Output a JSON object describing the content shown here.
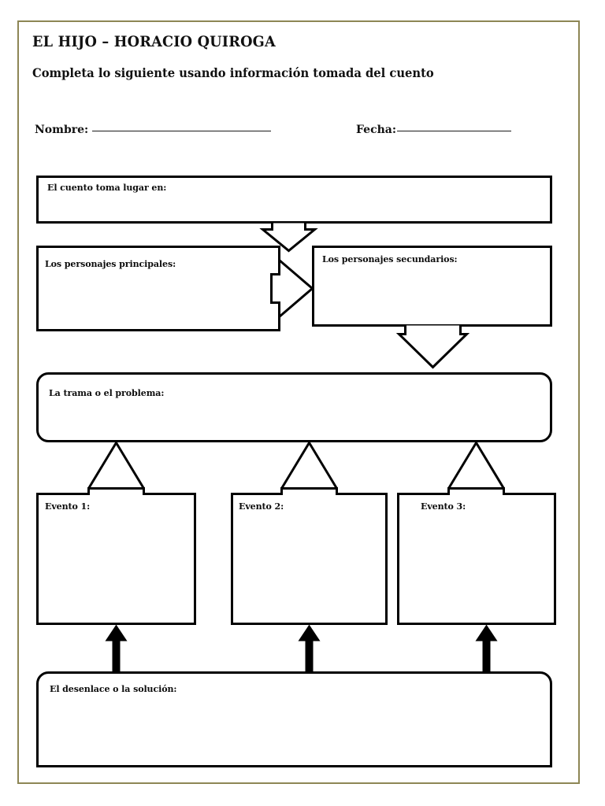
{
  "page": {
    "title": "EL HIJO – HORACIO QUIROGA",
    "subtitle": "Completa lo siguiente usando información tomada del cuento",
    "border_color": "#8d8655",
    "background": "#ffffff",
    "ink_color": "#000000"
  },
  "fields": {
    "name_label": "Nombre:",
    "name_value": "",
    "date_label": "Fecha:",
    "date_value": ""
  },
  "organizer": {
    "type": "story-map-graphic-organizer",
    "boxes": [
      {
        "id": "setting",
        "label": "El cuento toma lugar en:",
        "value": "",
        "shape": "rect"
      },
      {
        "id": "main-chars",
        "label": "Los personajes principales:",
        "value": "",
        "shape": "rect"
      },
      {
        "id": "second-chars",
        "label": "Los personajes secundarios:",
        "value": "",
        "shape": "rect"
      },
      {
        "id": "plot",
        "label": "La trama o el problema:",
        "value": "",
        "shape": "rounded-rect"
      },
      {
        "id": "event-1",
        "label": "Evento 1:",
        "value": "",
        "shape": "tab-top-rect"
      },
      {
        "id": "event-2",
        "label": "Evento 2:",
        "value": "",
        "shape": "tab-top-rect"
      },
      {
        "id": "event-3",
        "label": "Evento 3:",
        "value": "",
        "shape": "tab-top-rect"
      },
      {
        "id": "resolution",
        "label": "El desenlace o la solución:",
        "value": "",
        "shape": "rounded-top-rect"
      }
    ],
    "connectors": [
      {
        "id": "arrow-setting-to-chars",
        "kind": "hollow-down-arrow",
        "from": "setting",
        "to": "main-chars"
      },
      {
        "id": "arrow-main-to-secondary",
        "kind": "hollow-right-arrow",
        "from": "main-chars",
        "to": "second-chars"
      },
      {
        "id": "arrow-secondary-to-plot",
        "kind": "hollow-down-arrow",
        "from": "second-chars",
        "to": "plot"
      },
      {
        "id": "connector-plot-to-event-1",
        "kind": "bracket-line",
        "from": "plot",
        "to": "event-1"
      },
      {
        "id": "connector-plot-to-event-2",
        "kind": "bracket-line",
        "from": "plot",
        "to": "event-2"
      },
      {
        "id": "connector-plot-to-event-3",
        "kind": "bracket-line",
        "from": "plot",
        "to": "event-3"
      },
      {
        "id": "arrow-resolution-to-event-1",
        "kind": "solid-up-arrow",
        "from": "resolution",
        "to": "event-1"
      },
      {
        "id": "arrow-resolution-to-event-2",
        "kind": "solid-up-arrow",
        "from": "resolution",
        "to": "event-2"
      },
      {
        "id": "arrow-resolution-to-event-3",
        "kind": "solid-up-arrow",
        "from": "resolution",
        "to": "event-3"
      }
    ]
  }
}
